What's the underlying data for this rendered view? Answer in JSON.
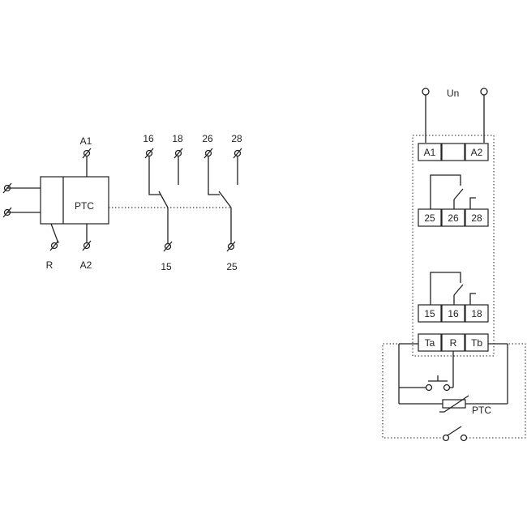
{
  "left": {
    "ptc_block": "PTC",
    "terminals": {
      "a1": "A1",
      "a2": "A2",
      "r": "R",
      "t16": "16",
      "t18": "18",
      "t26": "26",
      "t28": "28",
      "t15": "15",
      "t25": "25"
    }
  },
  "right": {
    "supply": "Un",
    "row1": [
      "A1",
      "",
      "A2"
    ],
    "row2": [
      "25",
      "26",
      "28"
    ],
    "row3": [
      "15",
      "16",
      "18"
    ],
    "row4": [
      "Ta",
      "R",
      "Tb"
    ],
    "ptc_sensor": "PTC"
  }
}
